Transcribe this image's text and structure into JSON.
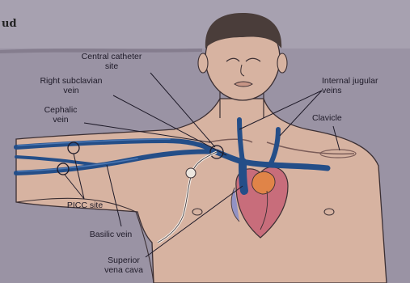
{
  "page_fragment": "ud",
  "labels": {
    "central_catheter_site": "Central catheter\nsite",
    "right_subclavian_vein": "Right subclavian\nvein",
    "cephalic_vein": "Cephalic\nvein",
    "picc_site": "PICC site",
    "basilic_vein": "Basilic vein",
    "superior_vena_cava": "Superior\nvena cava",
    "internal_jugular_veins": "Internal jugular\nveins",
    "clavicle": "Clavicle"
  },
  "colors": {
    "background": "#9a93a4",
    "skin": "#d7b3a1",
    "hair": "#4a3d3a",
    "vein": "#244e88",
    "vein_highlight": "#4c78b4",
    "heart": "#c86d7b",
    "atrium": "#e08448",
    "leader": "#1e1a28"
  }
}
